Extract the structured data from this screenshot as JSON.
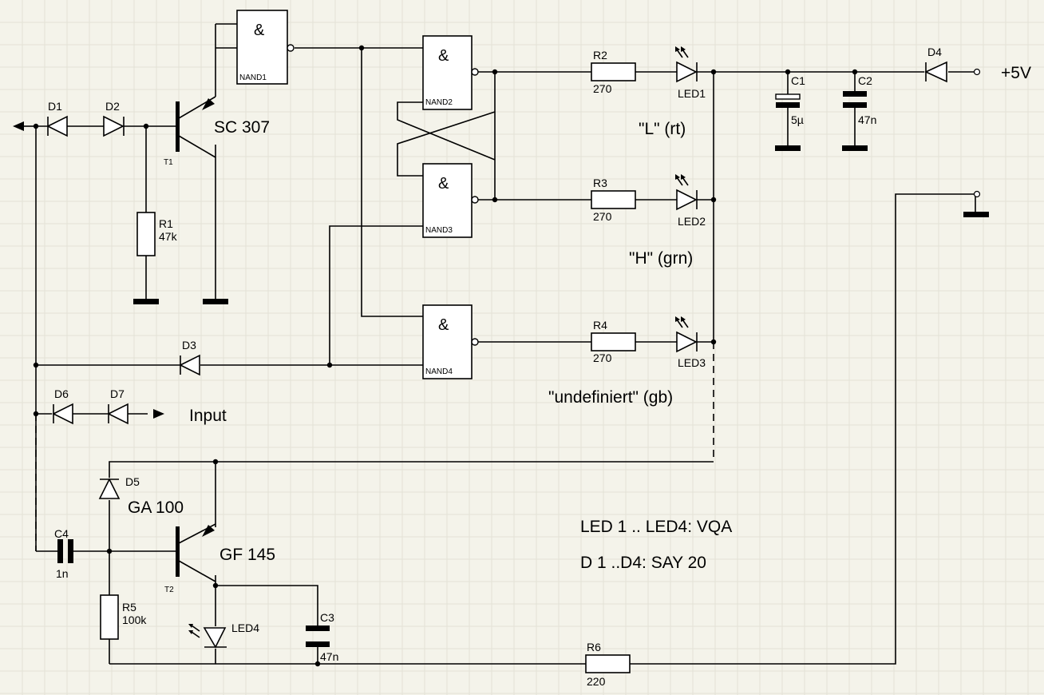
{
  "gates": {
    "amp": "&",
    "nand1": "NAND1",
    "nand2": "NAND2",
    "nand3": "NAND3",
    "nand4": "NAND4"
  },
  "transistors": {
    "t1": {
      "ref": "T1",
      "type": "SC 307"
    },
    "t2": {
      "ref": "T2",
      "type": "GF 145"
    }
  },
  "diodes": {
    "d1": "D1",
    "d2": "D2",
    "d3": "D3",
    "d4": "D4",
    "d5": "D5",
    "d5_type": "GA 100",
    "d6": "D6",
    "d7": "D7"
  },
  "resistors": {
    "r1": {
      "ref": "R1",
      "value": "47k"
    },
    "r2": {
      "ref": "R2",
      "value": "270"
    },
    "r3": {
      "ref": "R3",
      "value": "270"
    },
    "r4": {
      "ref": "R4",
      "value": "270"
    },
    "r5": {
      "ref": "R5",
      "value": "100k"
    },
    "r6": {
      "ref": "R6",
      "value": "220"
    }
  },
  "capacitors": {
    "c1": {
      "ref": "C1",
      "value": "5µ"
    },
    "c2": {
      "ref": "C2",
      "value": "47n"
    },
    "c3": {
      "ref": "C3",
      "value": "47n"
    },
    "c4": {
      "ref": "C4",
      "value": "1n"
    }
  },
  "leds": {
    "led1": "LED1",
    "led2": "LED2",
    "led3": "LED3",
    "led4": "LED4"
  },
  "annotations": {
    "supply": "+5V",
    "input": "Input",
    "state_low": "\"L\" (rt)",
    "state_high": "\"H\" (grn)",
    "state_undef": "\"undefiniert\" (gb)",
    "note_leds": "LED 1 .. LED4: VQA",
    "note_diodes": "D 1 ..D4: SAY 20"
  }
}
